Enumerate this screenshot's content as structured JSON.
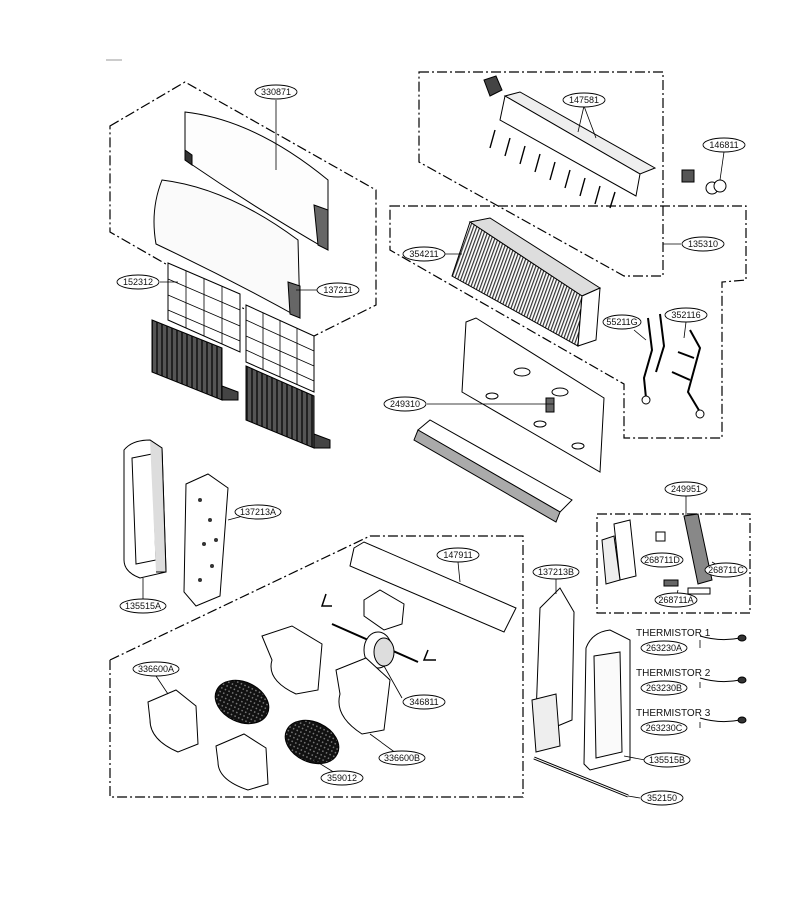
{
  "diagram": {
    "part_numbers": {
      "p330871": "330871",
      "p137211": "137211",
      "p152312": "152312",
      "p147581": "147581",
      "p146811": "146811",
      "p135310": "135310",
      "p354211": "354211",
      "p55211G": "55211G",
      "p352116": "352116",
      "p249310": "249310",
      "p137213A": "137213A",
      "p135515A": "135515A",
      "p147911": "147911",
      "p249951": "249951",
      "p268711D": "268711D",
      "p268711C": "268711C",
      "p268711A": "268711A",
      "p137213B": "137213B",
      "p336600A": "336600A",
      "p346811": "346811",
      "p336600B": "336600B",
      "p359012": "359012",
      "p263230A": "263230A",
      "p263230B": "263230B",
      "p263230C": "263230C",
      "p135515B": "135515B",
      "p352150": "352150"
    },
    "headings": {
      "thermistor1": "THERMISTOR 1",
      "thermistor2": "THERMISTOR 2",
      "thermistor3": "THERMISTOR 3"
    }
  }
}
